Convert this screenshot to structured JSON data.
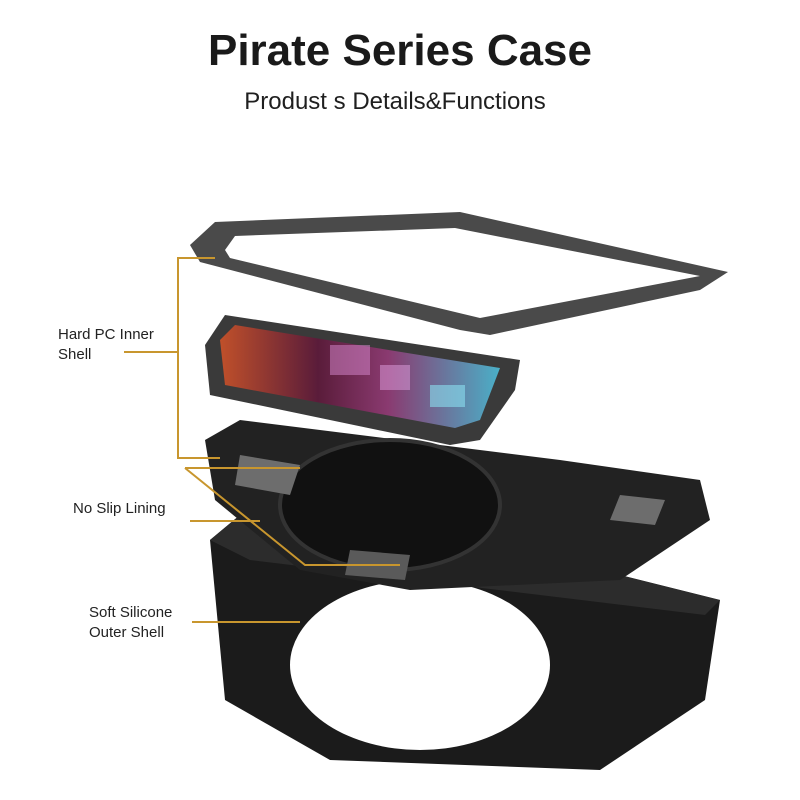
{
  "header": {
    "title": "Pirate Series Case",
    "subtitle": "Produst s Details&Functions"
  },
  "callouts": {
    "hard_pc_line1": "Hard PC Inner",
    "hard_pc_line2": "Shell",
    "no_slip": "No Slip Lining",
    "soft_silicone_line1": "Soft Silicone",
    "soft_silicone_line2": "Outer Shell"
  },
  "colors": {
    "leader_line": "#c8962e",
    "case_dark": "#1c1c1c",
    "frame_gray": "#4a4a4a"
  }
}
